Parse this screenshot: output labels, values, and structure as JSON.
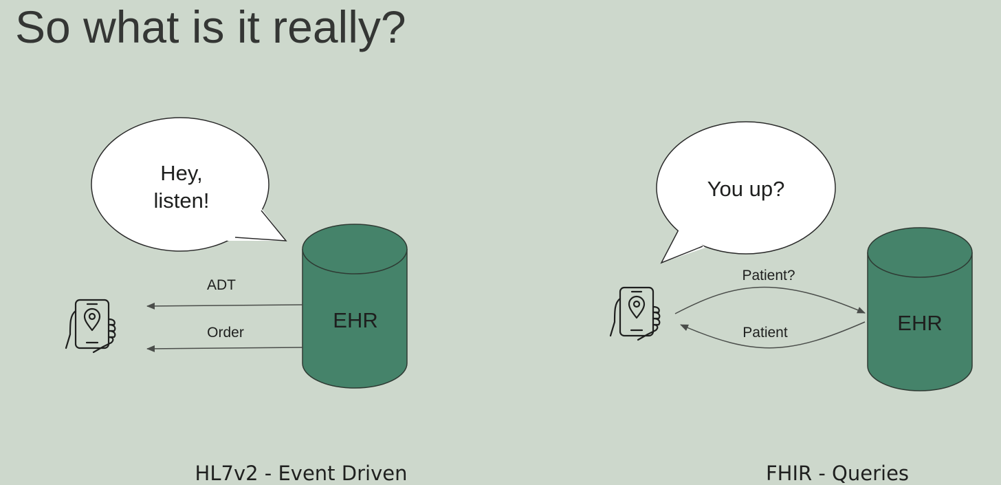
{
  "slide": {
    "title": "So what is it really?"
  },
  "left_panel": {
    "bubble_lines": [
      "Hey,",
      "listen!"
    ],
    "database_label": "EHR",
    "arrows": [
      {
        "label": "ADT",
        "direction": "from-ehr-to-device"
      },
      {
        "label": "Order",
        "direction": "from-ehr-to-device"
      }
    ],
    "device_icon": "phone-location-icon",
    "caption": "HL7v2 - Event Driven"
  },
  "right_panel": {
    "bubble_lines": [
      "You up?"
    ],
    "database_label": "EHR",
    "arrows": [
      {
        "label": "Patient?",
        "direction": "from-device-to-ehr"
      },
      {
        "label": "Patient",
        "direction": "from-ehr-to-device"
      }
    ],
    "device_icon": "phone-location-icon",
    "caption": "FHIR - Queries"
  },
  "colors": {
    "background": "#cdd8cc",
    "database_fill": "#45836a",
    "database_stroke": "#2e3a33",
    "arrow": "#4a4d4a",
    "bubble_fill": "#ffffff"
  }
}
